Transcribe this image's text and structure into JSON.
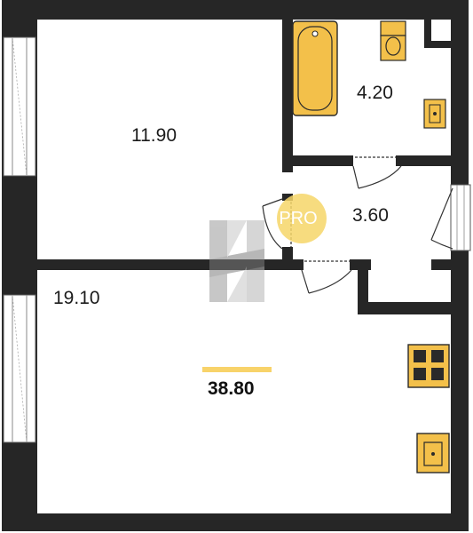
{
  "rooms": [
    {
      "id": "room",
      "area": "11.90"
    },
    {
      "id": "bathroom",
      "area": "4.20"
    },
    {
      "id": "hallway",
      "area": "3.60"
    },
    {
      "id": "kitchen-living",
      "area": "19.10"
    }
  ],
  "total_area": "38.80",
  "watermark": "PRO",
  "colors": {
    "wall": "#262626",
    "fixture_fill": "#f3c04a",
    "fixture_stroke": "#2a2a2a",
    "accent_bar": "#f8d36a",
    "badge": "#f6d669",
    "window_glass": "#ffffff"
  }
}
